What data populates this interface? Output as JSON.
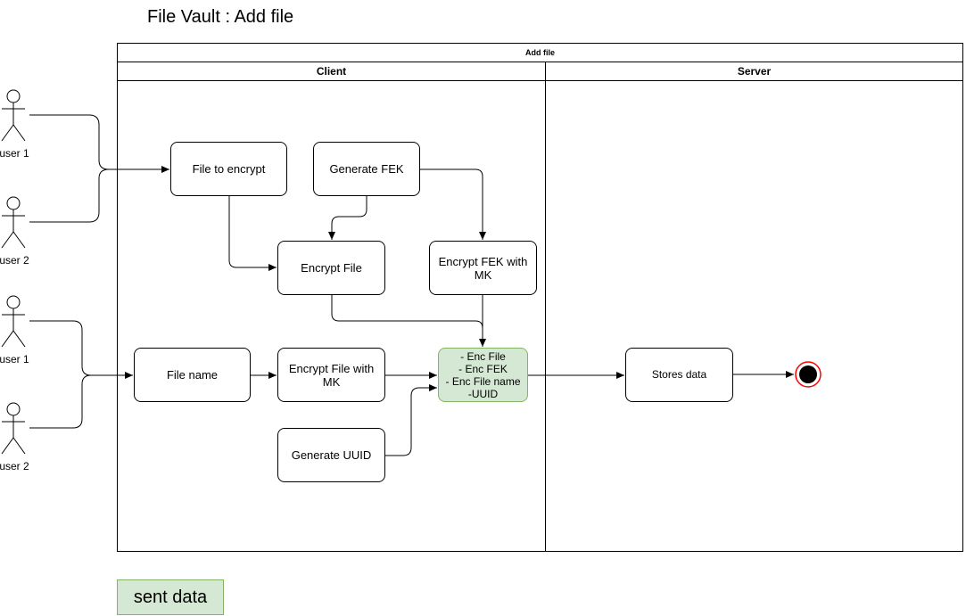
{
  "title": "File Vault : Add file",
  "pool": {
    "label": "Add file",
    "lanes": [
      {
        "label": "Client"
      },
      {
        "label": "Server"
      }
    ]
  },
  "actors": [
    {
      "label": "user 1"
    },
    {
      "label": "user 2"
    },
    {
      "label": "user 1"
    },
    {
      "label": "user 2"
    }
  ],
  "nodes": {
    "file_to_encrypt": "File to encrypt",
    "generate_fek": "Generate FEK",
    "encrypt_file": "Encrypt File",
    "encrypt_fek_with_mk": "Encrypt FEK with MK",
    "file_name": "File name",
    "encrypt_file_with_mk": "Encrypt File with MK",
    "sent_bundle": "- Enc File\n- Enc FEK\n- Enc File name\n-UUID",
    "generate_uuid": "Generate UUID",
    "stores_data": "Stores data"
  },
  "legend": {
    "label": "sent data",
    "color": "#d5e8d4"
  }
}
